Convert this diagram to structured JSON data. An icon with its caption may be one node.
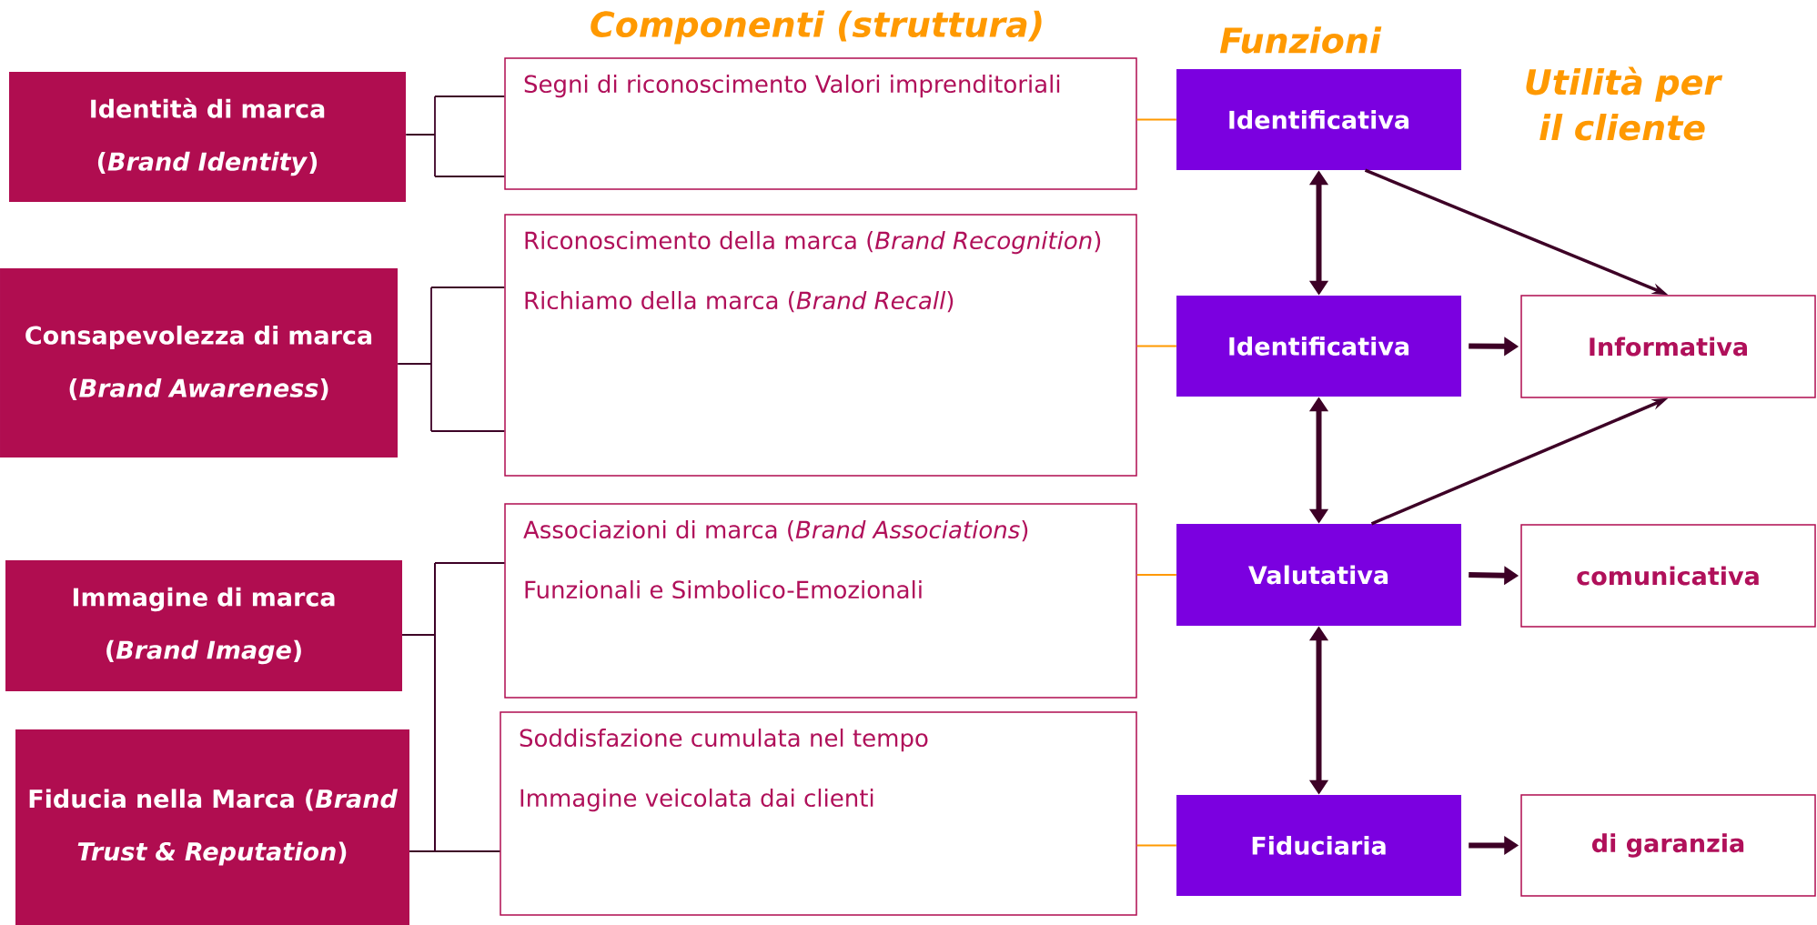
{
  "diagram": {
    "nodes": [
      {
        "text": [
          "Identità di marca (*Brand Identity*)"
        ]
      },
      {
        "text": [
          "Consapevolezza di marca (*Brand Awareness*)"
        ]
      },
      {
        "text": [
          "Immagine di marca (*Brand Image*)"
        ]
      },
      {
        "text": [
          "Fiducia nella Marca (*Brand Trust & Reputation*)"
        ]
      },
      {
        "text": [
          "Segni di riconoscimento Valori imprenditoriali"
        ]
      },
      {
        "text": [
          "Riconoscimento della marca (*Brand Recognition*)",
          "Richiamo della marca (*Brand Recall*)"
        ]
      },
      {
        "text": [
          "Associazioni di marca (*Brand Associations*)",
          "Funzionali e Simbolico-Emozionali"
        ]
      },
      {
        "text": [
          "Soddisfazione cumulata nel tempo",
          "Immagine veicolata dai clienti"
        ]
      },
      {
        "text": [
          "Identificativa"
        ]
      },
      {
        "text": [
          "Identificativa"
        ]
      },
      {
        "text": [
          "Valutativa"
        ]
      },
      {
        "text": [
          "Fiduciaria"
        ]
      },
      {
        "text": [
          "Informativa"
        ]
      },
      {
        "text": [
          "comunicativa"
        ]
      },
      {
        "text": [
          "di garanzia"
        ]
      }
    ],
    "edges": [
      {
        "from": 0,
        "to": 4,
        "arrow": "none"
      },
      {
        "from": 1,
        "to": 5,
        "arrow": "none"
      },
      {
        "from": 2,
        "to": 6,
        "arrow": "none"
      },
      {
        "from": 2,
        "to": 7,
        "arrow": "none"
      },
      {
        "from": 3,
        "to": 6,
        "arrow": "none"
      },
      {
        "from": 3,
        "to": 7,
        "arrow": "none"
      },
      {
        "from": 4,
        "to": 8,
        "arrow": "none",
        "color": "#ff9900"
      },
      {
        "from": 5,
        "to": 9,
        "arrow": "none",
        "color": "#ff9900"
      },
      {
        "from": 6,
        "to": 10,
        "arrow": "none",
        "color": "#ff9900"
      },
      {
        "from": 7,
        "to": 11,
        "arrow": "none",
        "color": "#ff9900"
      },
      {
        "from": 8,
        "to": 9,
        "arrow": "both",
        "style": "thick"
      },
      {
        "from": 9,
        "to": 10,
        "arrow": "both",
        "style": "thick"
      },
      {
        "from": 10,
        "to": 11,
        "arrow": "both",
        "style": "thick"
      },
      {
        "from": 8,
        "to": 12,
        "arrow": "to"
      },
      {
        "from": 9,
        "to": 12,
        "arrow": "to",
        "style": "thick"
      },
      {
        "from": 10,
        "to": 12,
        "arrow": "to"
      },
      {
        "from": 10,
        "to": 13,
        "arrow": "to",
        "style": "thick"
      },
      {
        "from": 11,
        "to": 14,
        "arrow": "to",
        "style": "thick"
      }
    ],
    "labels": [
      "Componenti (struttura)",
      "Funzioni",
      "Utilità per il cliente"
    ]
  }
}
